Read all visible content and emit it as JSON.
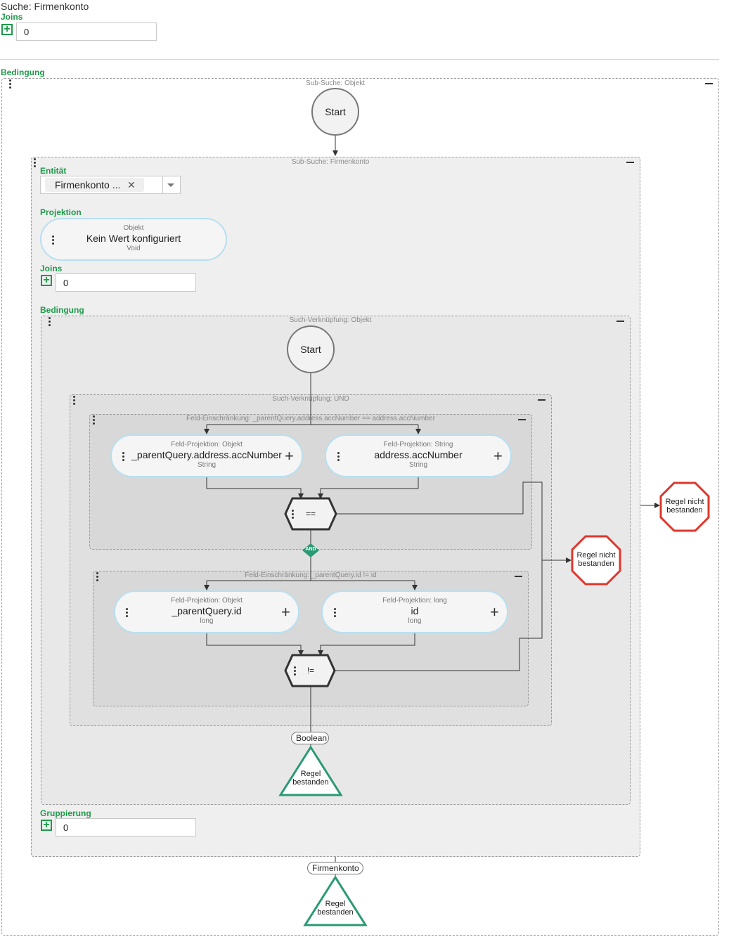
{
  "header": {
    "title": "Suche: Firmenkonto",
    "joins_label": "Joins",
    "joins_value": "0"
  },
  "condition_label": "Bedingung",
  "outer_sub_search": {
    "label": "Sub-Suche: Objekt",
    "start": "Start",
    "inner_sub_search": {
      "label": "Sub-Suche: Firmenkonto",
      "entity_label": "Entität",
      "entity_value": "Firmenkonto ...",
      "projection_label": "Projektion",
      "projection": {
        "kind": "Objekt",
        "value": "Kein Wert konfiguriert",
        "type": "Void"
      },
      "joins_label": "Joins",
      "joins_value": "0",
      "condition_label": "Bedingung",
      "search_link": {
        "label": "Such-Verknüpfung: Objekt",
        "start": "Start",
        "and_group": {
          "label": "Such-Verknüpfung: UND",
          "restriction1": {
            "label": "Feld-Einschränkung: _parentQuery.address.accNumber == address.accNumber",
            "left": {
              "kind": "Feld-Projektion: Objekt",
              "value": "_parentQuery.address.accNumber",
              "type": "String"
            },
            "right": {
              "kind": "Feld-Projektion: String",
              "value": "address.accNumber",
              "type": "String"
            },
            "operator": "=="
          },
          "and_badge": "AND",
          "restriction2": {
            "label": "Feld-Einschränkung: _parentQuery.id != id",
            "left": {
              "kind": "Feld-Projektion: Objekt",
              "value": "_parentQuery.id",
              "type": "long"
            },
            "right": {
              "kind": "Feld-Projektion: long",
              "value": "id",
              "type": "long"
            },
            "operator": "!="
          }
        },
        "result_type": "Boolean",
        "pass": "Regel bestanden",
        "fail": "Regel nicht bestanden"
      },
      "grouping_label": "Gruppierung",
      "grouping_value": "0"
    },
    "result_type": "Firmenkonto",
    "pass": "Regel bestanden",
    "fail": "Regel nicht bestanden"
  },
  "colors": {
    "pass": "#2a9a73",
    "fail": "#e0362c",
    "accent": "#1e9a4a",
    "pill_border": "#b8dff0"
  }
}
